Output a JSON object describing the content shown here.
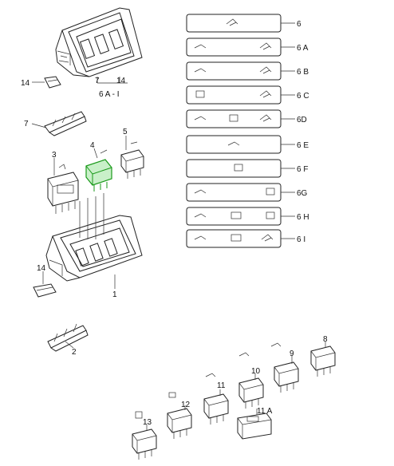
{
  "callouts": {
    "p1": "1",
    "p2": "2",
    "p3": "3",
    "p4": "4",
    "p5": "5",
    "p6": "6",
    "p6a": "6 A",
    "p6b": "6 B",
    "p6c": "6 C",
    "p6d": "6D",
    "p6e": "6 E",
    "p6f": "6 F",
    "p6g": "6G",
    "p6h": "6 H",
    "p6i": "6 I",
    "p7": "7",
    "p7b": "7",
    "p8": "8",
    "p9": "9",
    "p10": "10",
    "p11": "11",
    "p11a": "11 A",
    "p12": "12",
    "p13": "13",
    "p14": "14",
    "p14b": "14",
    "p14c": "14",
    "range": "6 A - I"
  },
  "highlight_color": "#1a9a1a"
}
